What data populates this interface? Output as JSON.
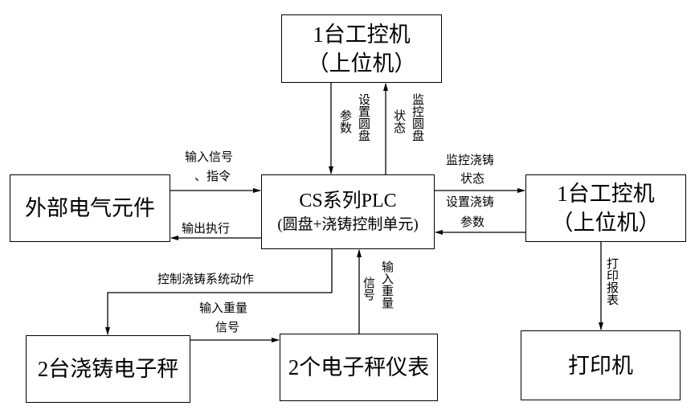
{
  "nodes": {
    "top_pc": {
      "line1": "1台工控机",
      "line2": "（上位机）"
    },
    "external": {
      "line1": "外部电气元件"
    },
    "plc": {
      "line1": "CS系列PLC",
      "line2": "(圆盘+浇铸控制单元)"
    },
    "right_pc": {
      "line1": "1台工控机",
      "line2": "（上位机）"
    },
    "scales": {
      "line1": "2台浇铸电子秤"
    },
    "meters": {
      "line1": "2个电子秤仪表"
    },
    "printer": {
      "line1": "打印机"
    }
  },
  "edges": {
    "set_disc_params": {
      "line1": "设置圆盘",
      "line2": "参数"
    },
    "monitor_disc_status": {
      "line1": "监控圆盘",
      "line2": "状态"
    },
    "input_signal": {
      "line1": "输入信号",
      "line2": "、指令"
    },
    "output_exec": {
      "line1": "输出执行"
    },
    "monitor_cast_status": {
      "line1": "监控浇铸",
      "line2": "状态"
    },
    "set_cast_params": {
      "line1": "设置浇铸",
      "line2": "参数"
    },
    "control_cast": {
      "line1": "控制浇铸系统动作"
    },
    "weight_signal_h": {
      "line1": "输入重量",
      "line2": "信号"
    },
    "weight_signal_v": {
      "line1": "输入重量",
      "line2": "信号"
    },
    "print_report": {
      "line1": "打印报表"
    }
  }
}
